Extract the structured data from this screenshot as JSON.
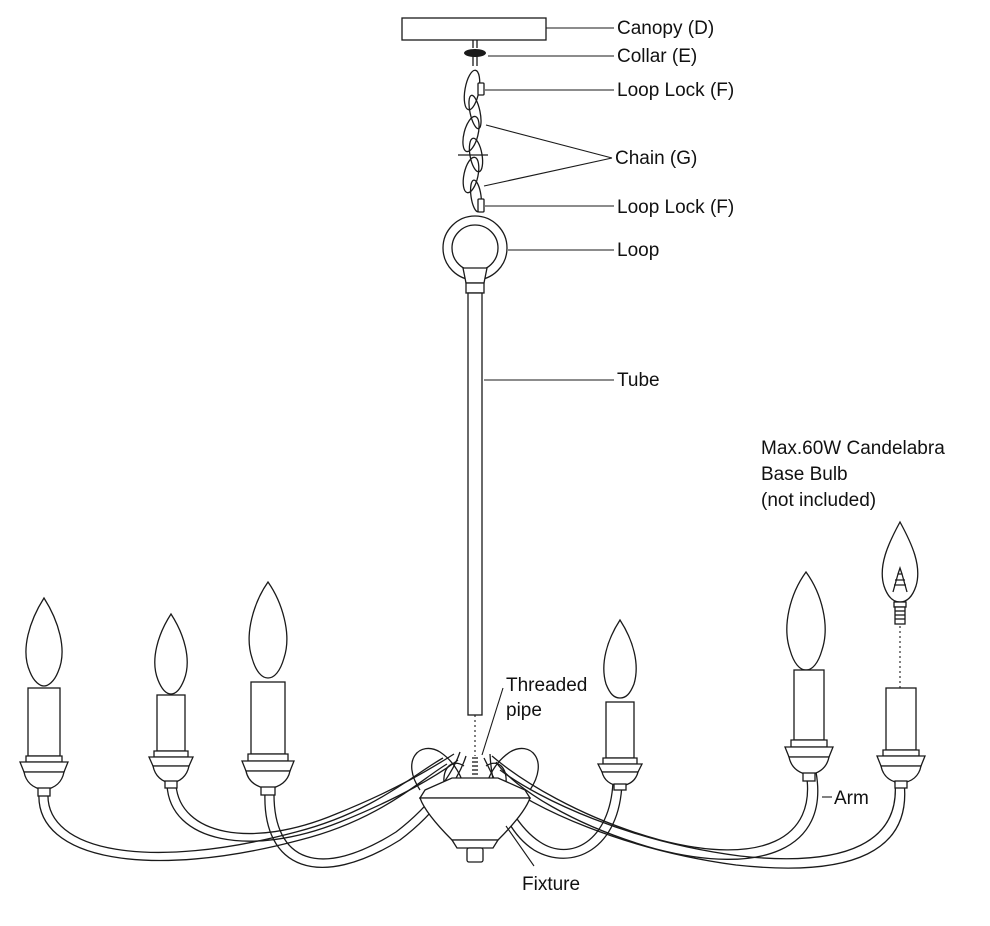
{
  "labels": {
    "canopy": "Canopy (D)",
    "collar": "Collar (E)",
    "loop_lock_top": "Loop Lock (F)",
    "chain": "Chain (G)",
    "loop_lock_bottom": "Loop Lock (F)",
    "loop": "Loop",
    "tube": "Tube",
    "bulb_line1": "Max.60W Candelabra",
    "bulb_line2": "Base Bulb",
    "bulb_line3": "(not included)",
    "threaded_line1": "Threaded",
    "threaded_line2": "pipe",
    "arm": "Arm",
    "fixture": "Fixture"
  },
  "colors": {
    "line": "#1a1a1a",
    "background": "#ffffff"
  }
}
